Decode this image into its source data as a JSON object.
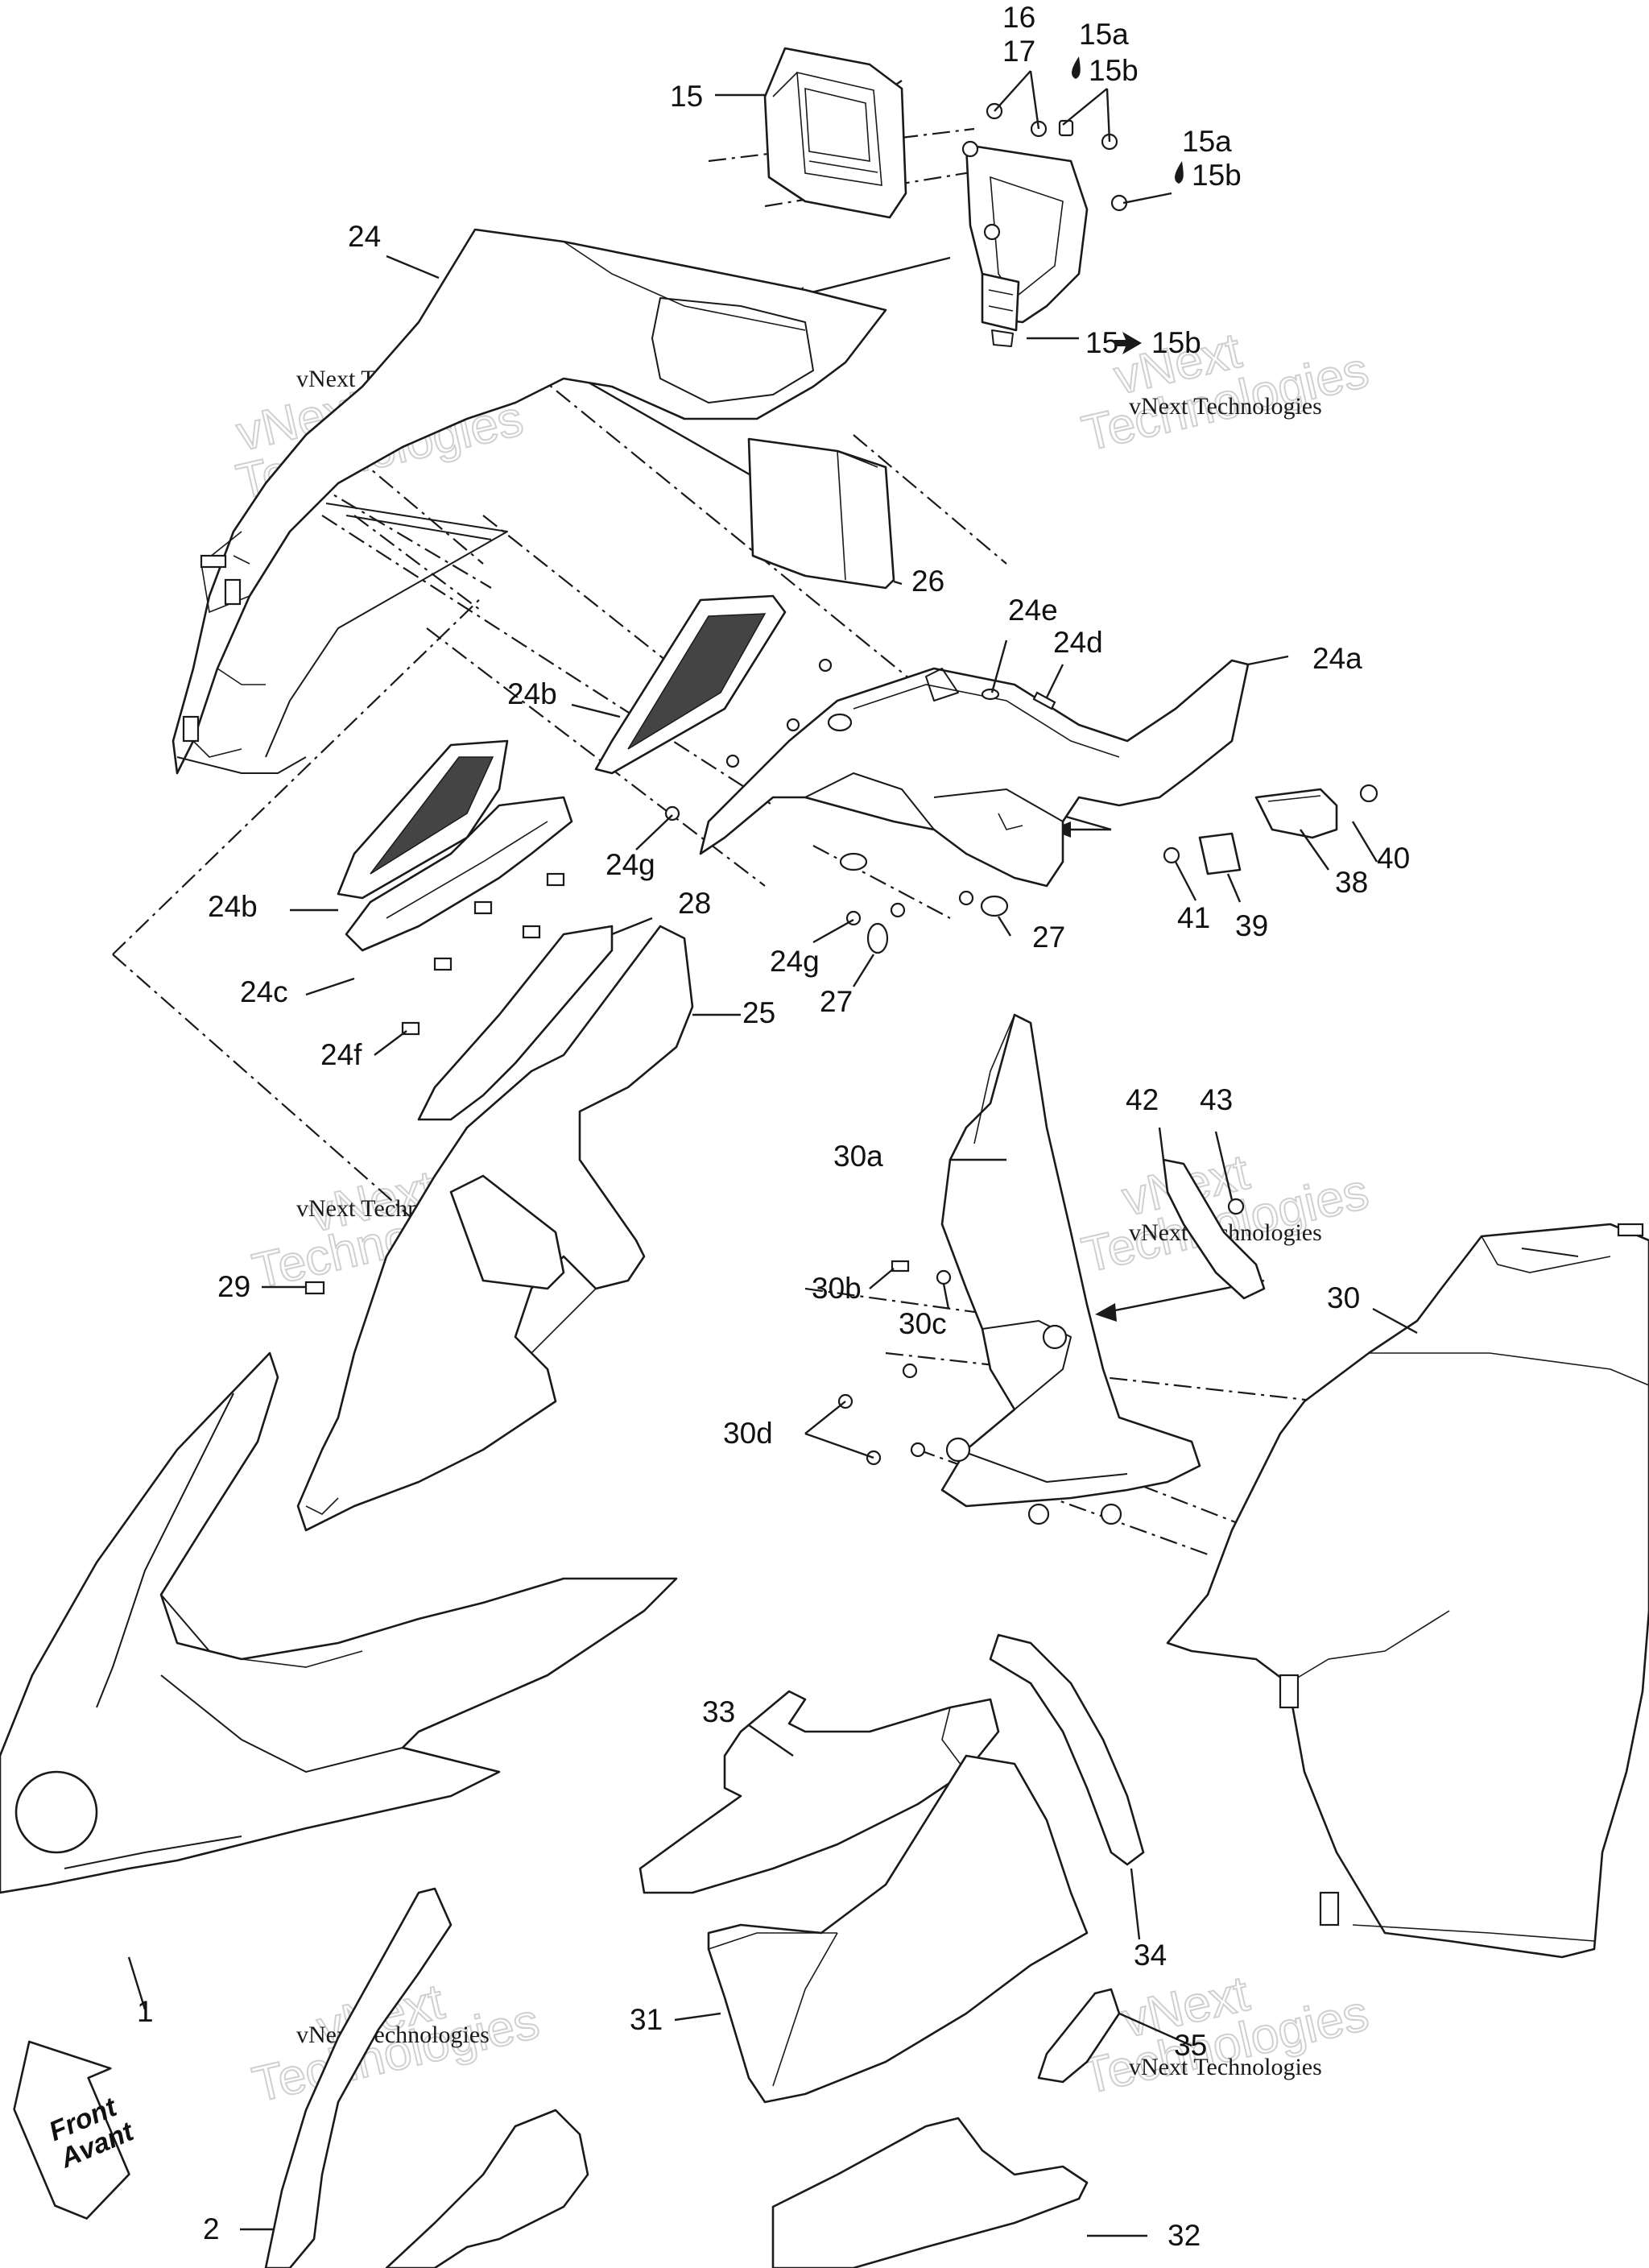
{
  "watermark": {
    "brand": "vNext",
    "company_line": "vNext Technologies",
    "outline_word": "Technologies"
  },
  "front_badge": {
    "line1": "Front",
    "line2": "Avant"
  },
  "callouts": {
    "c15": "15",
    "c16": "16",
    "c17": "17",
    "c15a_1": "15a",
    "c15b_1": "15b",
    "c15a_2": "15a",
    "c15b_2": "15b",
    "c15_15b_from": "15",
    "c15_15b_to": "15b",
    "c24": "24",
    "c26": "26",
    "c24e": "24e",
    "c24d": "24d",
    "c24a": "24a",
    "c24b_1": "24b",
    "c24b_2": "24b",
    "c40": "40",
    "c38": "38",
    "c41": "41",
    "c39": "39",
    "c24g_1": "24g",
    "c28": "28",
    "c27_1": "27",
    "c24g_2": "24g",
    "c27_2": "27",
    "c24c": "24c",
    "c25": "25",
    "c24f": "24f",
    "c42": "42",
    "c43": "43",
    "c30a": "30a",
    "c29": "29",
    "c30b": "30b",
    "c30c": "30c",
    "c30": "30",
    "c30d": "30d",
    "c33": "33",
    "c34": "34",
    "c1": "1",
    "c31": "31",
    "c35": "35",
    "c2": "2",
    "c32": "32"
  }
}
